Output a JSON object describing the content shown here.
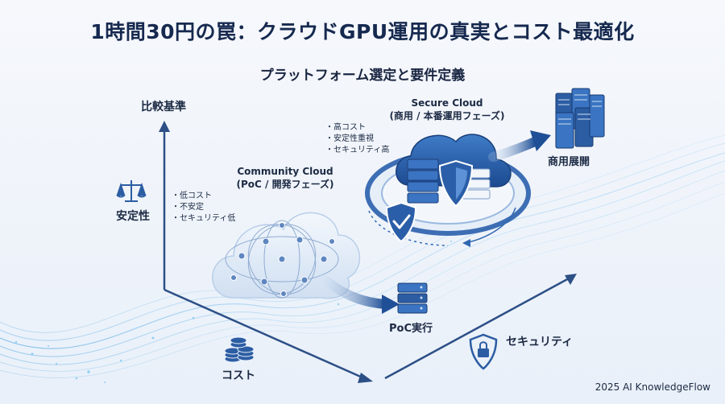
{
  "title": "1時間30円の罠：クラウドGPU運用の真実とコスト最適化",
  "subtitle": "プラットフォーム選定と要件定義",
  "axes": {
    "vertical_label": "比較基準",
    "stability": "安定性",
    "cost": "コスト",
    "security": "セキュリティ"
  },
  "community_cloud": {
    "name": "Community Cloud",
    "phase": "(PoC / 開発フェーズ)",
    "features": [
      "低コスト",
      "不安定",
      "セキュリティ低"
    ]
  },
  "secure_cloud": {
    "name": "Secure Cloud",
    "phase": "(商用 / 本番運用フェーズ)",
    "features": [
      "高コスト",
      "安定性重視",
      "セキュリティ高"
    ]
  },
  "steps": {
    "poc": "PoC実行",
    "production": "商用展開"
  },
  "footer": "2025 AI KnowledgeFlow",
  "colors": {
    "navy": "#1d3e78",
    "blue": "#2f67b1",
    "light_blue": "#8fb6e3",
    "glow": "#7fc4ee"
  }
}
